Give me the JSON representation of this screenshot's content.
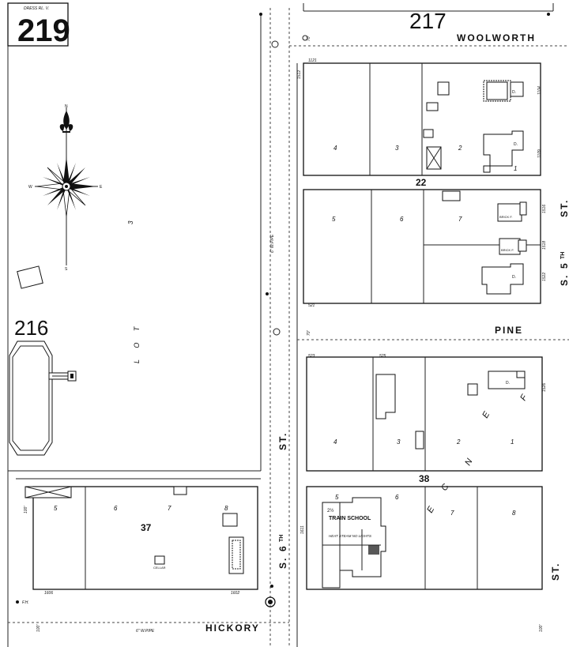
{
  "sheet": {
    "page_number": "219",
    "page_caption": "DRESS RL. V.",
    "adjacent_top": "217",
    "adjacent_left": "216"
  },
  "streets": {
    "woolworth": "WOOLWORTH",
    "pine": "PINE",
    "hickory": "HICKORY",
    "s6th_s": "S.",
    "s6th_6": "6",
    "s6th_th": "TH",
    "s6th_st": "ST.",
    "s5th_s": "S.",
    "s5th_5": "5",
    "s5th_th": "TH",
    "s5th_st": "ST.",
    "s5th_st_lower": "ST."
  },
  "blocks": {
    "b22": "22",
    "b37": "37",
    "b38": "38"
  },
  "lots_b22_top": [
    "4",
    "3",
    "2"
  ],
  "lots_b22_bottom": [
    "5",
    "6",
    "7"
  ],
  "lots_b22_right": [
    "1"
  ],
  "lots_b38_top": [
    "4",
    "3",
    "2",
    "1"
  ],
  "lots_b38_bottom": [
    "5",
    "6",
    "7",
    "8"
  ],
  "lots_b37": [
    "5",
    "6",
    "7",
    "8"
  ],
  "lot_large": {
    "number": "3",
    "word": "L O T"
  },
  "compass": {
    "n": "N",
    "s": "S",
    "e": "E",
    "w": "W"
  },
  "building_labels": {
    "d": "D.",
    "brick": "BRICK F.",
    "cellar": "CELLAR",
    "school_floors": "2½",
    "school_name": "TRAIN SCHOOL",
    "school_notes": "HEAT STEAM NO LIGHTS"
  },
  "fence_letters": [
    "F",
    "E",
    "N",
    "C",
    "E"
  ],
  "street_notes": {
    "water_main_vertical": "6\" W.PIPE",
    "water_main_bottom": "6\" W.PIPE",
    "frontage_70": "70'",
    "frontage_100": "100'",
    "hydrant": "F.H."
  },
  "address_numbers": [
    "1121",
    "1104",
    "1109",
    "1512",
    "1516",
    "1518",
    "1522",
    "1526",
    "1602",
    "1606",
    "1611",
    "521",
    "523",
    "525"
  ]
}
